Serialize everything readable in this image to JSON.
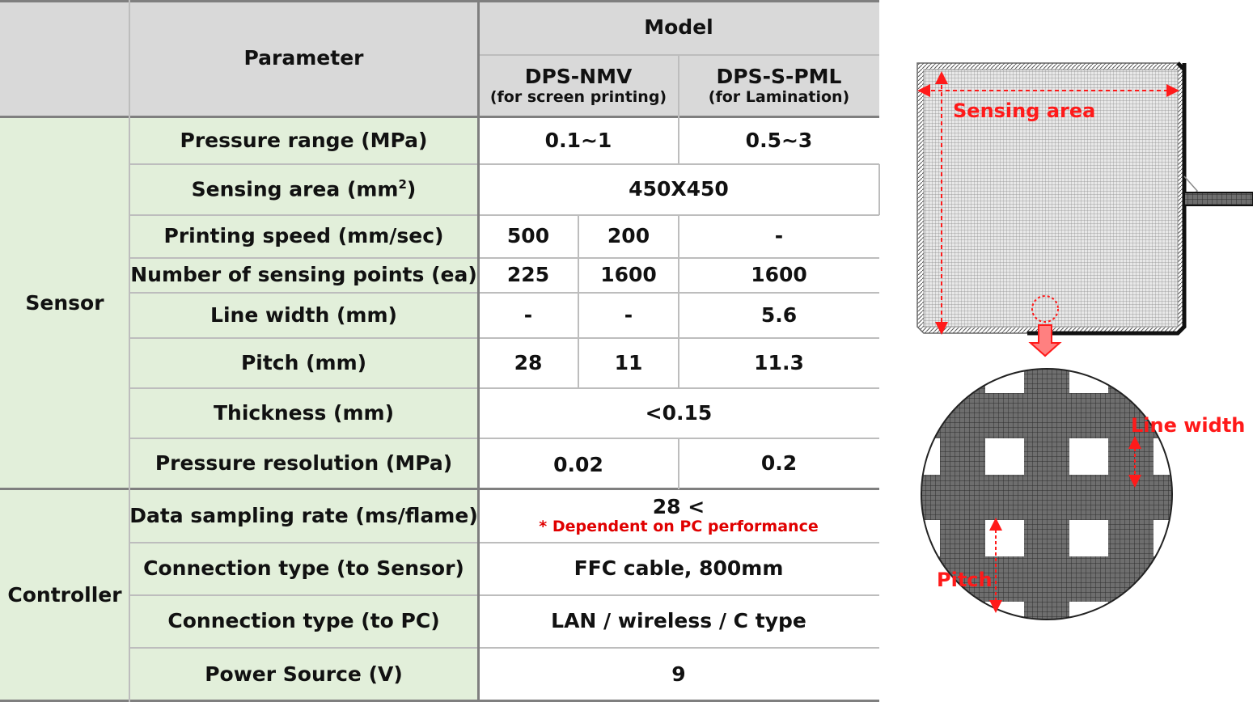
{
  "header": {
    "parameter": "Parameter",
    "model": "Model",
    "model1_name": "DPS-NMV",
    "model1_use": "(for screen printing)",
    "model2_name": "DPS-S-PML",
    "model2_use": "(for Lamination)"
  },
  "groups": {
    "sensor": "Sensor",
    "controller": "Controller"
  },
  "rows": {
    "pressure_range": {
      "label": "Pressure range (MPa)",
      "v1": "0.1~1",
      "v2": "0.5~3"
    },
    "sensing_area": {
      "label": "Sensing area (mm",
      "label_sup": "2",
      "label_end": ")",
      "value": "450X450"
    },
    "printing_speed": {
      "label": "Printing speed (mm/sec)",
      "v1a": "500",
      "v1b": "200",
      "v2": "-"
    },
    "sensing_points": {
      "label": "Number of sensing points (ea)",
      "v1a": "225",
      "v1b": "1600",
      "v2": "1600"
    },
    "line_width": {
      "label": "Line width (mm)",
      "v1a": "-",
      "v1b": "-",
      "v2": "5.6"
    },
    "pitch": {
      "label": "Pitch (mm)",
      "v1a": "28",
      "v1b": "11",
      "v2": "11.3"
    },
    "thickness": {
      "label": "Thickness (mm)",
      "value": "<0.15"
    },
    "pressure_resolution": {
      "label": "Pressure resolution (MPa)",
      "v1": "0.02",
      "v2": "0.2"
    },
    "sampling_rate": {
      "label": "Data sampling rate (ms/flame)",
      "value": "28 <",
      "note": "* Dependent on PC performance"
    },
    "conn_sensor": {
      "label": "Connection type (to Sensor)",
      "value": "FFC cable, 800mm"
    },
    "conn_pc": {
      "label": "Connection type (to PC)",
      "value": "LAN / wireless / C type"
    },
    "power": {
      "label": "Power Source (V)",
      "value": "9"
    }
  },
  "illustration": {
    "sensing_area_label": "Sensing area",
    "line_width_label": "Line width",
    "pitch_label": "Pitch",
    "accent_color": "#ff1a1a"
  }
}
